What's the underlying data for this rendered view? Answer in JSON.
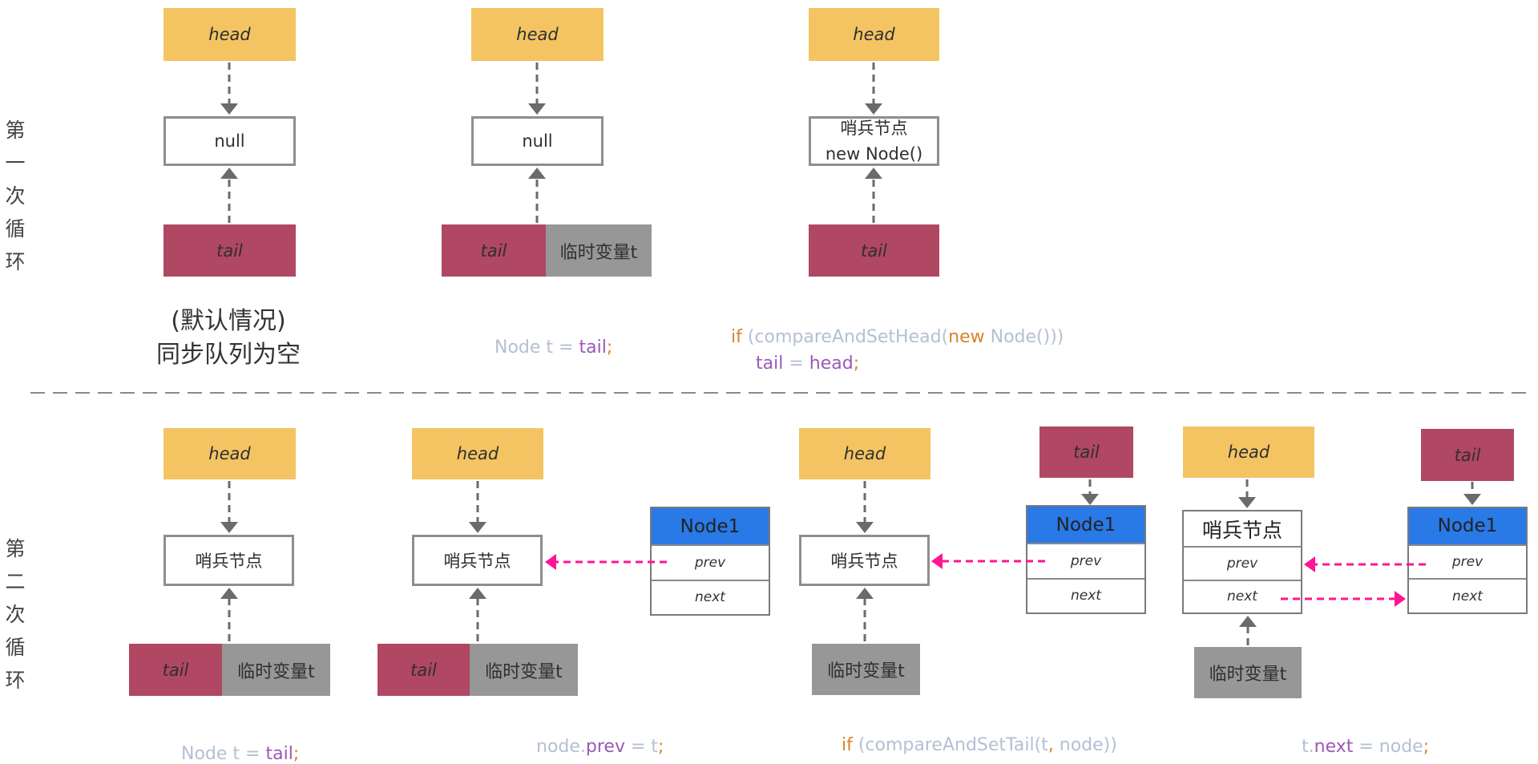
{
  "side_labels": {
    "first_loop": [
      "第",
      "一",
      "次",
      "循",
      "环"
    ],
    "second_loop": [
      "第",
      "二",
      "次",
      "循",
      "环"
    ]
  },
  "labels": {
    "head": "head",
    "tail": "tail",
    "null": "null",
    "temp_var": "临时变量t",
    "sentinel": "哨兵节点",
    "new_node": "new Node()",
    "node1": "Node1",
    "prev": "prev",
    "next": "next"
  },
  "captions": {
    "default_line1": "(默认情况)",
    "default_line2": "同步队列为空"
  },
  "code": {
    "r1_step2": {
      "plain1": "Node t = ",
      "var": "tail",
      "semi": ";"
    },
    "r1_step3_line1": {
      "kw1": "if",
      "plain1": " (compareAndSetHead(",
      "kw2": "new",
      "plain2": " Node()))"
    },
    "r1_step3_line2": {
      "var1": "tail",
      "plain1": " = ",
      "var2": "head",
      "semi": ";"
    },
    "r2_step1": {
      "plain1": "Node t = ",
      "var": "tail",
      "semi": ";"
    },
    "r2_step2": {
      "plain1": "node.",
      "var": "prev",
      "plain2": " = t",
      "semi": ";"
    },
    "r2_step3": {
      "kw1": "if",
      "plain1": " (compareAndSetTail(t",
      "comma": ",",
      "plain2": " node))"
    },
    "r2_step4": {
      "plain1": "t.",
      "var": "next",
      "plain2": " = node",
      "semi": ";"
    }
  },
  "colors": {
    "head": "#f4c463",
    "tail": "#b04763",
    "temp": "#979797",
    "node_header": "#2979e6",
    "pointer_arrow": "#ff1493",
    "ref_arrow": "#6b6b6b"
  }
}
